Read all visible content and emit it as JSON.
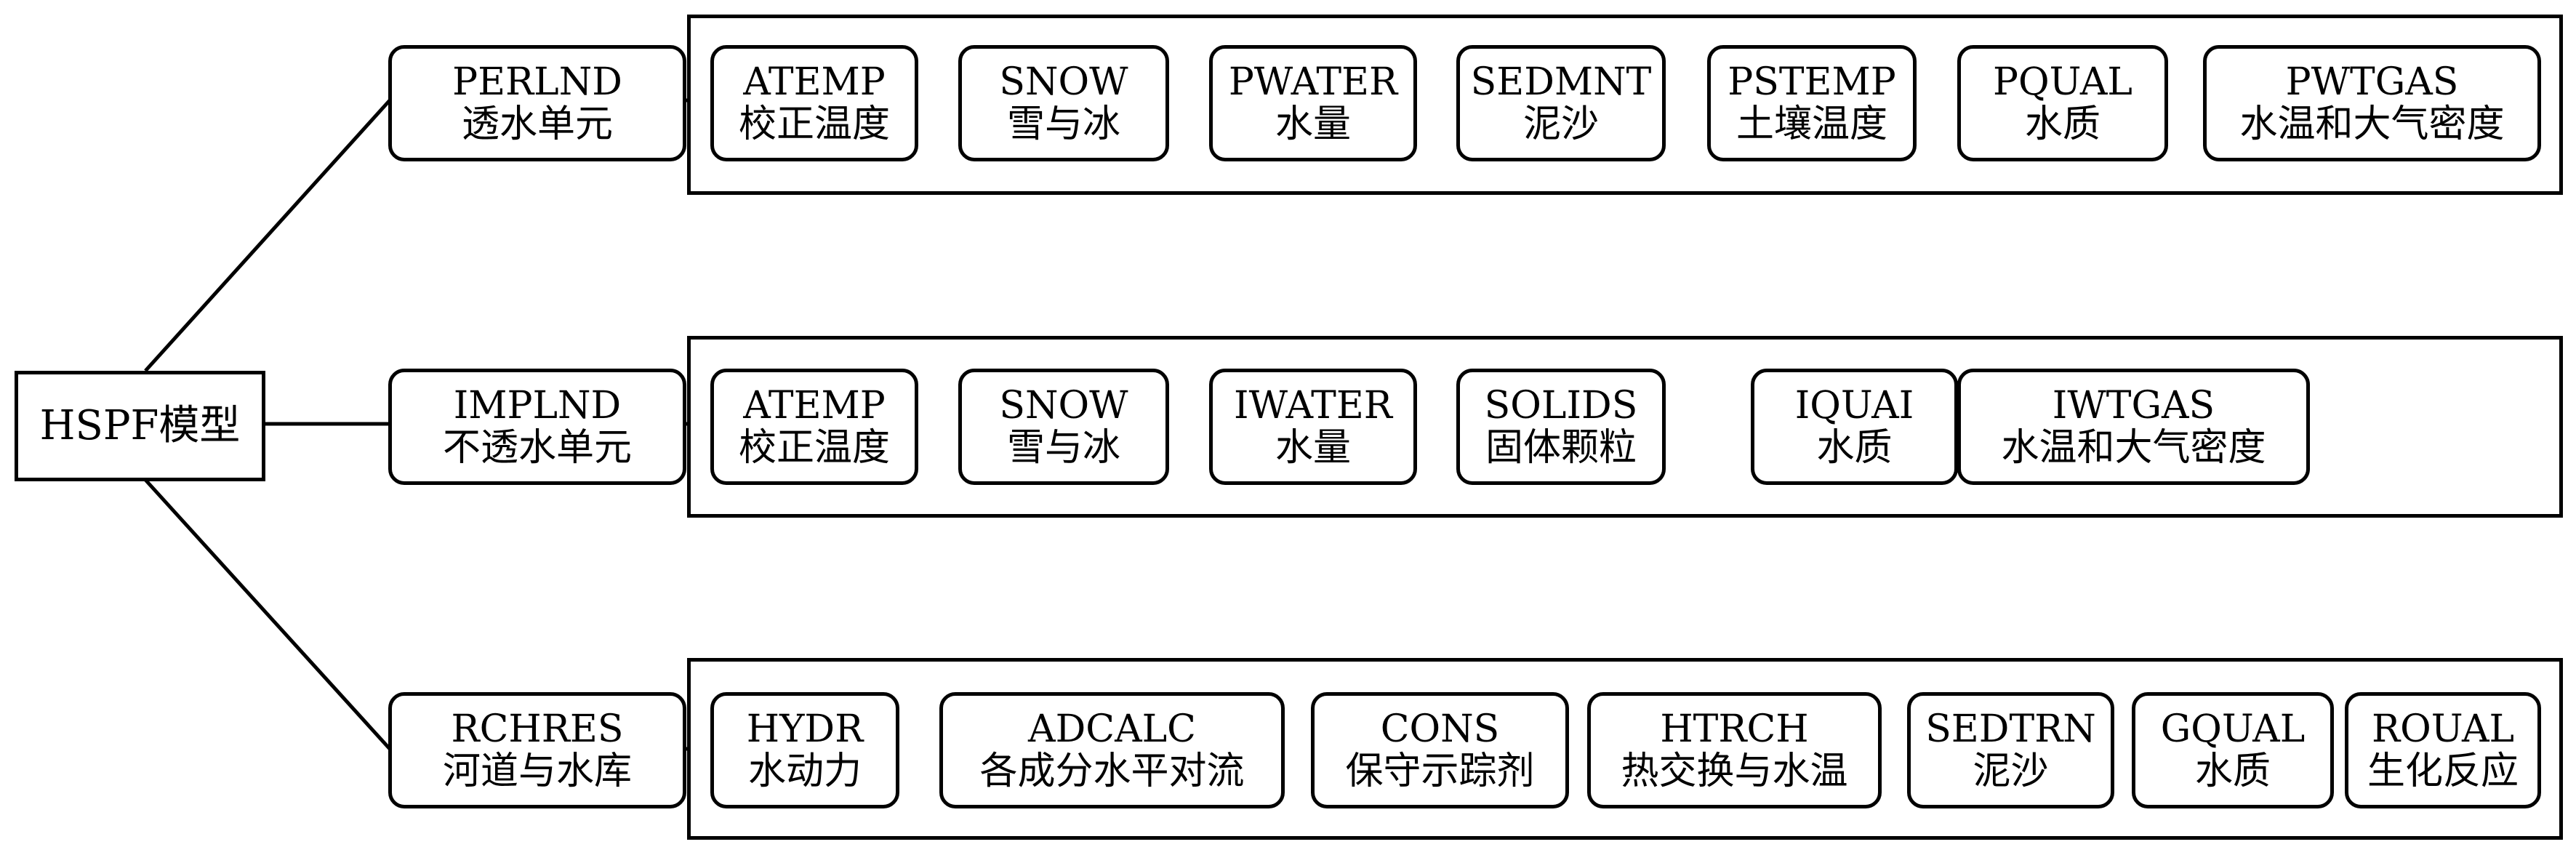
{
  "root": "HSPF模型",
  "groups": [
    {
      "code": "PERLND",
      "name": "透水单元",
      "modules": [
        {
          "code": "ATEMP",
          "name": "校正温度"
        },
        {
          "code": "SNOW",
          "name": "雪与冰"
        },
        {
          "code": "PWATER",
          "name": "水量"
        },
        {
          "code": "SEDMNT",
          "name": "泥沙"
        },
        {
          "code": "PSTEMP",
          "name": "土壤温度"
        },
        {
          "code": "PQUAL",
          "name": "水质"
        },
        {
          "code": "PWTGAS",
          "name": "水温和大气密度"
        }
      ]
    },
    {
      "code": "IMPLND",
      "name": "不透水单元",
      "modules": [
        {
          "code": "ATEMP",
          "name": "校正温度"
        },
        {
          "code": "SNOW",
          "name": "雪与冰"
        },
        {
          "code": "IWATER",
          "name": "水量"
        },
        {
          "code": "SOLIDS",
          "name": "固体颗粒"
        },
        {
          "code": "IQUAI",
          "name": "水质"
        },
        {
          "code": "IWTGAS",
          "name": "水温和大气密度"
        }
      ]
    },
    {
      "code": "RCHRES",
      "name": "河道与水库",
      "modules": [
        {
          "code": "HYDR",
          "name": "水动力"
        },
        {
          "code": "ADCALC",
          "name": "各成分水平对流"
        },
        {
          "code": "CONS",
          "name": "保守示踪剂"
        },
        {
          "code": "HTRCH",
          "name": "热交换与水温"
        },
        {
          "code": "SEDTRN",
          "name": "泥沙"
        },
        {
          "code": "GQUAL",
          "name": "水质"
        },
        {
          "code": "ROUAL",
          "name": "生化反应"
        }
      ]
    }
  ]
}
